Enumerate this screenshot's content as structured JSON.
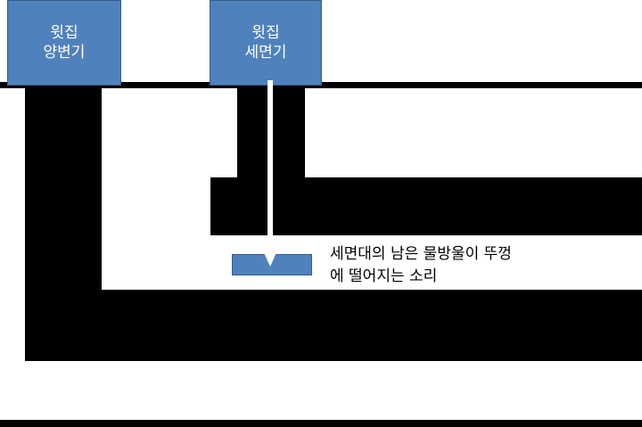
{
  "toilet_box": {
    "line1": "윗집",
    "line2": "양변기"
  },
  "sink_box": {
    "line1": "윗집",
    "line2": "세면기"
  },
  "annotation": {
    "line1": "세면대의 남은 물방울이 뚜껑",
    "line2": "에 떨어지는 소리"
  },
  "colors": {
    "pipe": "#000000",
    "box_fill": "#4f81bd",
    "box_border": "#385d8a",
    "arrow": "#ffffff",
    "background": "#ffffff"
  }
}
